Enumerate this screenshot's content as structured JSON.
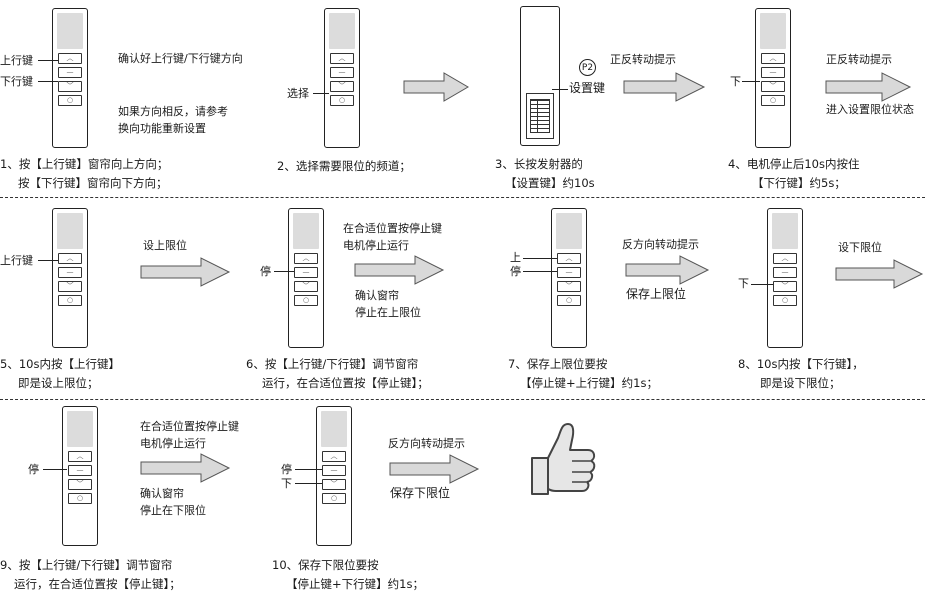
{
  "steps": [
    {
      "caption_line1": "1、按【上行键】窗帘向上方向；",
      "caption_line2": "按【下行键】窗帘向下方向；",
      "labels": [
        "上行键",
        "下行键"
      ],
      "note_top": "确认好上行键/下行键方向",
      "note_bottom_1": "如果方向相反，请参考",
      "note_bottom_2": "换向功能重新设置"
    },
    {
      "caption_line1": "2、选择需要限位的频道；",
      "labels": [
        "选择"
      ]
    },
    {
      "caption_line1": "3、长按发射器的",
      "caption_line2": "【设置键】约10s",
      "badge": "P2",
      "labels": [
        "设置键"
      ],
      "arrow_label": "正反转动提示"
    },
    {
      "caption_line1": "4、电机停止后10s内按住",
      "caption_line2": "【下行键】约5s；",
      "labels": [
        "下"
      ],
      "arrow_label": "正反转动提示",
      "note": "进入设置限位状态"
    },
    {
      "caption_line1": "5、10s内按【上行键】",
      "caption_line2": "即是设上限位；",
      "labels": [
        "上行键"
      ],
      "arrow_label": "设上限位"
    },
    {
      "caption_line1": "6、按【上行键/下行键】调节窗帘",
      "caption_line2": "运行，在合适位置按【停止键】；",
      "labels": [
        "停"
      ],
      "note_top_1": "在合适位置按停止键",
      "note_top_2": "电机停止运行",
      "note_bottom_1": "确认窗帘",
      "note_bottom_2": "停止在上限位"
    },
    {
      "caption_line1": "7、保存上限位要按",
      "caption_line2": "【停止键+上行键】约1s；",
      "labels": [
        "上",
        "停"
      ],
      "arrow_label": "反方向转动提示",
      "note": "保存上限位"
    },
    {
      "caption_line1": "8、10s内按【下行键】，",
      "caption_line2": "即是设下限位；",
      "labels": [
        "下"
      ],
      "arrow_label": "设下限位"
    },
    {
      "caption_line1": "9、按【上行键/下行键】调节窗帘",
      "caption_line2": "运行，在合适位置按【停止键】；",
      "labels": [
        "停"
      ],
      "note_top_1": "在合适位置按停止键",
      "note_top_2": "电机停止运行",
      "note_bottom_1": "确认窗帘",
      "note_bottom_2": "停止在下限位"
    },
    {
      "caption_line1": "10、保存下限位要按",
      "caption_line2": "【停止键+下行键】约1s；",
      "labels": [
        "停",
        "下"
      ],
      "arrow_label": "反方向转动提示",
      "note": "保存下限位"
    }
  ],
  "colors": {
    "arrow_fill": "#d9d9d9",
    "arrow_stroke": "#555555",
    "pad": "#dcdcdc"
  },
  "icons": [
    "remote-control",
    "battery",
    "thumbs-up"
  ]
}
